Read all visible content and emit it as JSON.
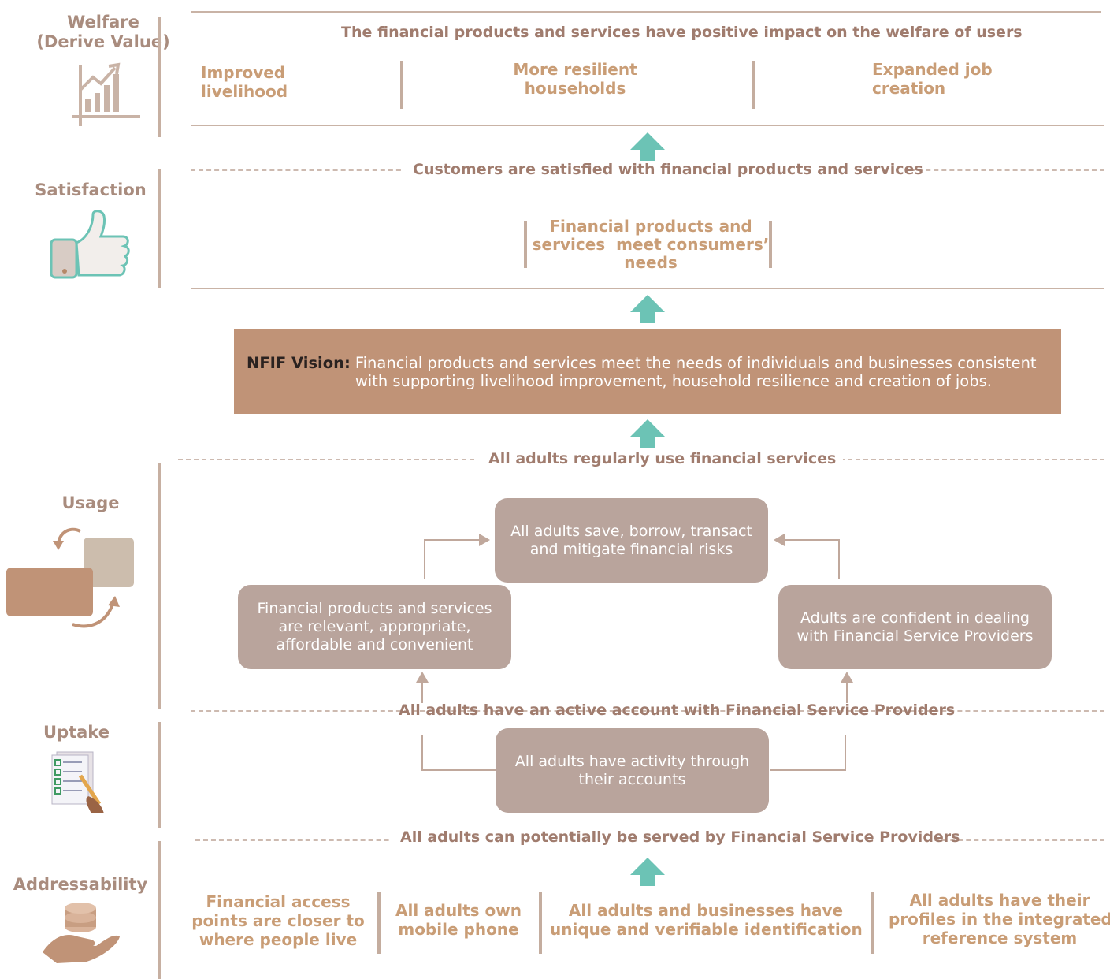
{
  "stages": {
    "welfare": "Welfare\n(Derive Value)",
    "satisfaction": "Satisfaction",
    "usage": "Usage",
    "uptake": "Uptake",
    "addressability": "Addressability"
  },
  "welfare": {
    "heading": "The financial products and services have positive impact on the welfare of users",
    "items": [
      "Improved\nlivelihood",
      "More resilient\nhouseholds",
      "Expanded job\ncreation"
    ]
  },
  "satisfaction": {
    "heading": "Customers are satisfied with financial products and services",
    "item": "Financial products and\nservices  meet consumers’\nneeds"
  },
  "vision": {
    "lead": "NFIF Vision:",
    "text": "Financial products and services meet the needs of individuals and businesses consistent\nwith supporting livelihood improvement, household resilience and creation of jobs."
  },
  "usage": {
    "heading": "All adults regularly use financial services",
    "box_top": "All adults save, borrow, transact\nand mitigate financial risks",
    "box_left": "Financial products and services\nare relevant, appropriate,\naffordable and convenient",
    "box_right": "Adults are confident in dealing\nwith Financial Service Providers"
  },
  "uptake": {
    "heading": "All adults have an active account with Financial Service Providers",
    "box": "All adults have activity through\ntheir accounts"
  },
  "addressability": {
    "heading": "All adults can potentially be served by Financial Service Providers",
    "items": [
      "Financial access\npoints are closer to\nwhere people live",
      "All adults own\nmobile phone",
      "All adults and businesses have\nunique and verifiable identification",
      "All adults have their\nprofiles in the integrated\nreference system"
    ]
  },
  "colors": {
    "label": "#a98c7e",
    "heading": "#a07c6e",
    "sub": "#c99d76",
    "box": "#b9a49c",
    "vision": "#c09377",
    "arrow": "#6cc3b5"
  },
  "icons": {
    "welfare": "growth-chart-icon",
    "satisfaction": "thumbs-up-icon",
    "usage": "exchange-cycle-icon",
    "uptake": "checklist-pen-icon",
    "addressability": "coins-hand-icon"
  }
}
